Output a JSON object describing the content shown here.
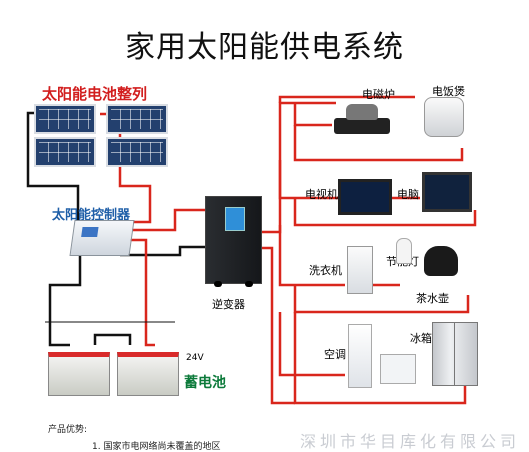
{
  "title": "家用太阳能供电系统",
  "labels": {
    "solar_array": "太阳能电池整列",
    "controller": "太阳能控制器",
    "inverter": "逆变器",
    "battery": "蓄电池",
    "battery_voltage": "24V",
    "induction_cooker": "电磁炉",
    "rice_cooker": "电饭煲",
    "tv": "电视机",
    "computer": "电脑",
    "washing_machine": "洗衣机",
    "energy_lamp": "节能灯",
    "kettle": "茶水壶",
    "air_conditioner": "空调",
    "fridge": "冰箱"
  },
  "footer": {
    "heading": "产品优势:",
    "item1": "1. 国家市电网络尚未覆盖的地区",
    "watermark": "深圳市华目库化有限公司"
  }
}
